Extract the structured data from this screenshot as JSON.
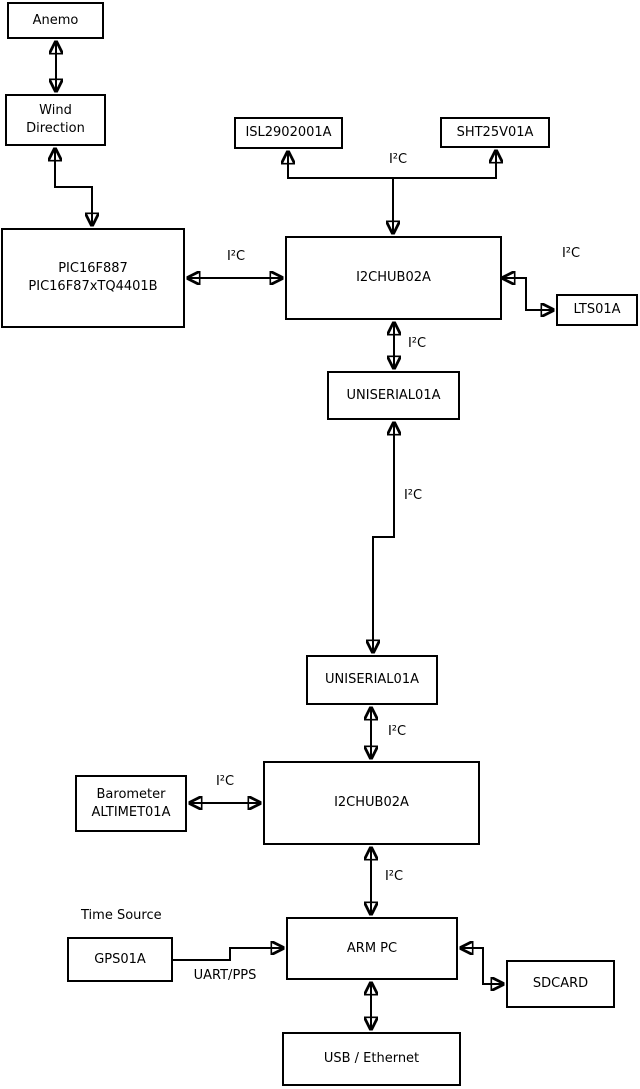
{
  "diagram": {
    "nodes": {
      "anemo": {
        "label": "Anemo"
      },
      "wind_direction": {
        "label": "Wind\nDirection"
      },
      "pic": {
        "label": "PIC16F887\nPIC16F87xTQ4401B"
      },
      "isl": {
        "label": "ISL2902001A"
      },
      "sht": {
        "label": "SHT25V01A"
      },
      "hub1": {
        "label": "I2CHUB02A"
      },
      "lts": {
        "label": "LTS01A"
      },
      "uniserial1": {
        "label": "UNISERIAL01A"
      },
      "uniserial2": {
        "label": "UNISERIAL01A"
      },
      "barometer": {
        "label": "Barometer\nALTIMET01A"
      },
      "hub2": {
        "label": "I2CHUB02A"
      },
      "gps": {
        "label": "GPS01A"
      },
      "armpc": {
        "label": "ARM PC"
      },
      "sdcard": {
        "label": "SDCARD"
      },
      "usb_ethernet": {
        "label": "USB / Ethernet"
      }
    },
    "edge_labels": {
      "i2c_pic_hub1": "I²C",
      "i2c_sensor_bus": "I²C",
      "i2c_lts": "I²C",
      "i2c_hub1_uniserial1": "I²C",
      "i2c_uniserial_link": "I²C",
      "i2c_uniserial2_hub2": "I²C",
      "i2c_barometer_hub2": "I²C",
      "i2c_hub2_armpc": "I²C",
      "time_source": "Time Source",
      "uart_pps": "UART/PPS"
    },
    "colors": {
      "line": "#000000",
      "box_border": "#000000",
      "box_fill": "#ffffff",
      "background": "#ffffff",
      "text": "#000000"
    }
  }
}
